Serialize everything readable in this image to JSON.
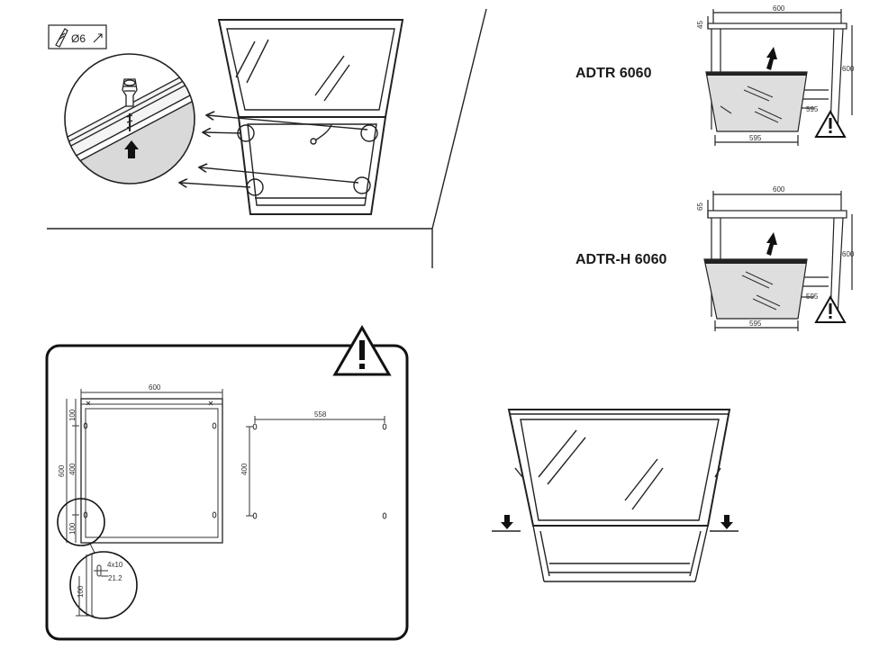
{
  "tool_badge": {
    "diameter_label": "Ø6"
  },
  "models": [
    {
      "name": "ADTR 6060",
      "top_width": "600",
      "frame_height": "45",
      "side_height": "600",
      "panel_side": "595",
      "panel_width": "595"
    },
    {
      "name": "ADTR-H 6060",
      "top_width": "600",
      "frame_height": "65",
      "side_height": "600",
      "panel_side": "595",
      "panel_width": "595"
    }
  ],
  "template": {
    "outer_width": "600",
    "outer_height": "600",
    "top_offset": "100",
    "middle_span": "400",
    "bottom_offset": "100",
    "hole_spacing_x": "558",
    "hole_spacing_y": "400",
    "detail_slot": "4x10",
    "detail_offset": "21.2",
    "detail_height": "100"
  }
}
